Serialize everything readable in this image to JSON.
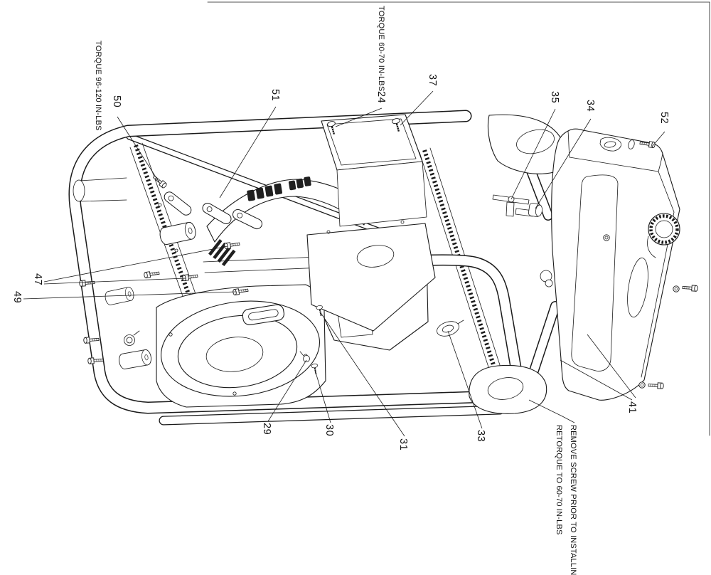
{
  "colors": {
    "background": "#ffffff",
    "ink": "#1a1a1a"
  },
  "notes": {
    "torque_high": "TORQUE 96-120 IN-LBS",
    "torque_low": "TORQUE 60-70 IN-LBS",
    "remove_line1": "REMOVE SCREW PRIOR TO INSTALLING",
    "remove_line2": "RETORQUE TO 60-70 IN-LBS"
  },
  "callouts": {
    "24": "24",
    "29": "29",
    "30": "30",
    "31": "31",
    "33": "33",
    "34": "34",
    "35": "35",
    "37": "37",
    "41": "41",
    "47": "47",
    "49": "49",
    "50": "50",
    "51": "51",
    "52": "52"
  }
}
